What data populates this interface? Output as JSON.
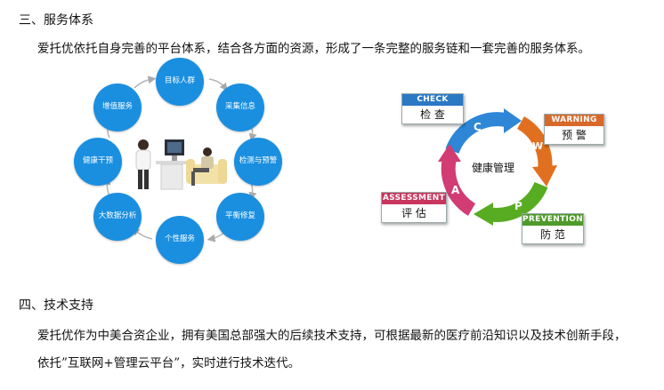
{
  "section3": {
    "heading": "三、服务体系",
    "paragraph": "爱托优依托自身完善的平台体系，结合各方面的资源，形成了一条完整的服务链和一套完善的服务体系。"
  },
  "service_cycle": {
    "nodes": [
      "目标人群",
      "采集信息",
      "检测与预警",
      "平衡修复",
      "个性服务",
      "大数据分析",
      "健康干预",
      "增值服务"
    ]
  },
  "health_cycle": {
    "center": "健康管理",
    "letters": [
      "C",
      "W",
      "P",
      "A"
    ],
    "boxes": [
      {
        "head": "CHECK",
        "body": "检 查",
        "color": "#2b78c5"
      },
      {
        "head": "WARNING",
        "body": "预 警",
        "color": "#d8692a"
      },
      {
        "head": "PREVENTION",
        "body": "防 范",
        "color": "#4f9a2a"
      },
      {
        "head": "ASSESSMENT",
        "body": "评 估",
        "color": "#c8365e"
      }
    ],
    "arc_colors": [
      "#2e86d6",
      "#e0701f",
      "#58ac22",
      "#d23c74"
    ]
  },
  "section4": {
    "heading": "四、技术支持",
    "paragraph_line1": "爱托优作为中美合资企业，拥有美国总部强大的后续技术支持，可根据最新的医疗前沿知识以及技术创新手段，",
    "paragraph_line2": "依托”互联网+管理云平台”，实时进行技术迭代。"
  }
}
